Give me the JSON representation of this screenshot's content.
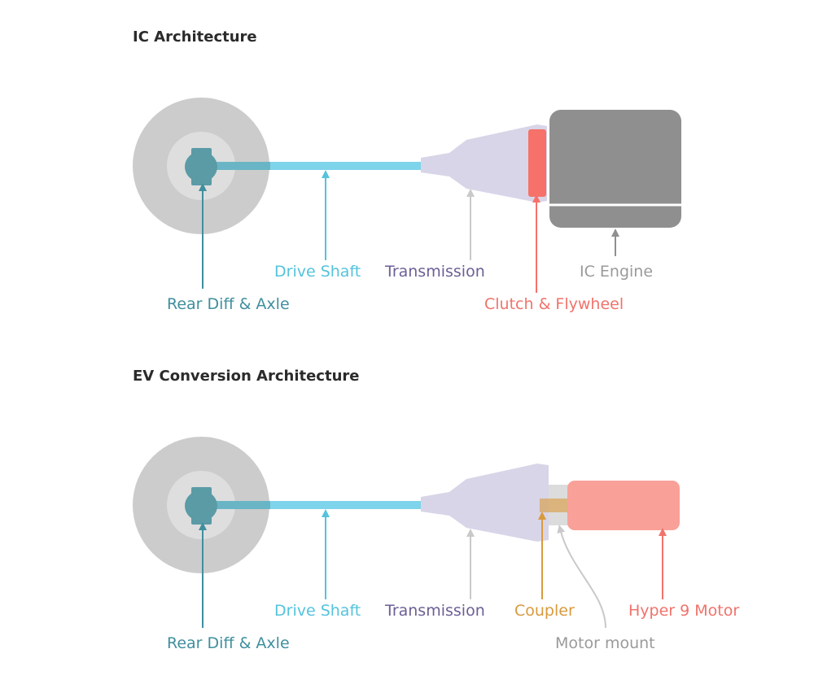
{
  "ic": {
    "title": "IC Architecture",
    "labels": {
      "drive_shaft": "Drive Shaft",
      "transmission": "Transmission",
      "ic_engine": "IC Engine",
      "rear_diff": "Rear Diff & Axle",
      "clutch": "Clutch & Flywheel"
    }
  },
  "ev": {
    "title": "EV Conversion Architecture",
    "labels": {
      "drive_shaft": "Drive Shaft",
      "transmission": "Transmission",
      "coupler": "Coupler",
      "motor": "Hyper 9 Motor",
      "rear_diff": "Rear Diff & Axle",
      "motor_mount": "Motor mount"
    }
  },
  "colors": {
    "wheel_outer": "#cccccc",
    "wheel_inner": "#dedede",
    "diff": "#5a9ba6",
    "drive_shaft": "#7ed4ea",
    "drive_shaft_label": "#55c3dc",
    "transmission": "#d8d5e8",
    "transmission_label": "#6c5f95",
    "transmission_arrow": "#c9c9c9",
    "engine": "#8f8f8f",
    "engine_label": "#9a9a9a",
    "clutch": "#f6716a",
    "rear_diff_label": "#3f8f9e",
    "coupler": "#d99a3c",
    "motor": "#f9a198",
    "motor_label": "#f0736b",
    "motor_mount": "#dcdcdc",
    "motor_mount_label": "#9a9a9a"
  }
}
